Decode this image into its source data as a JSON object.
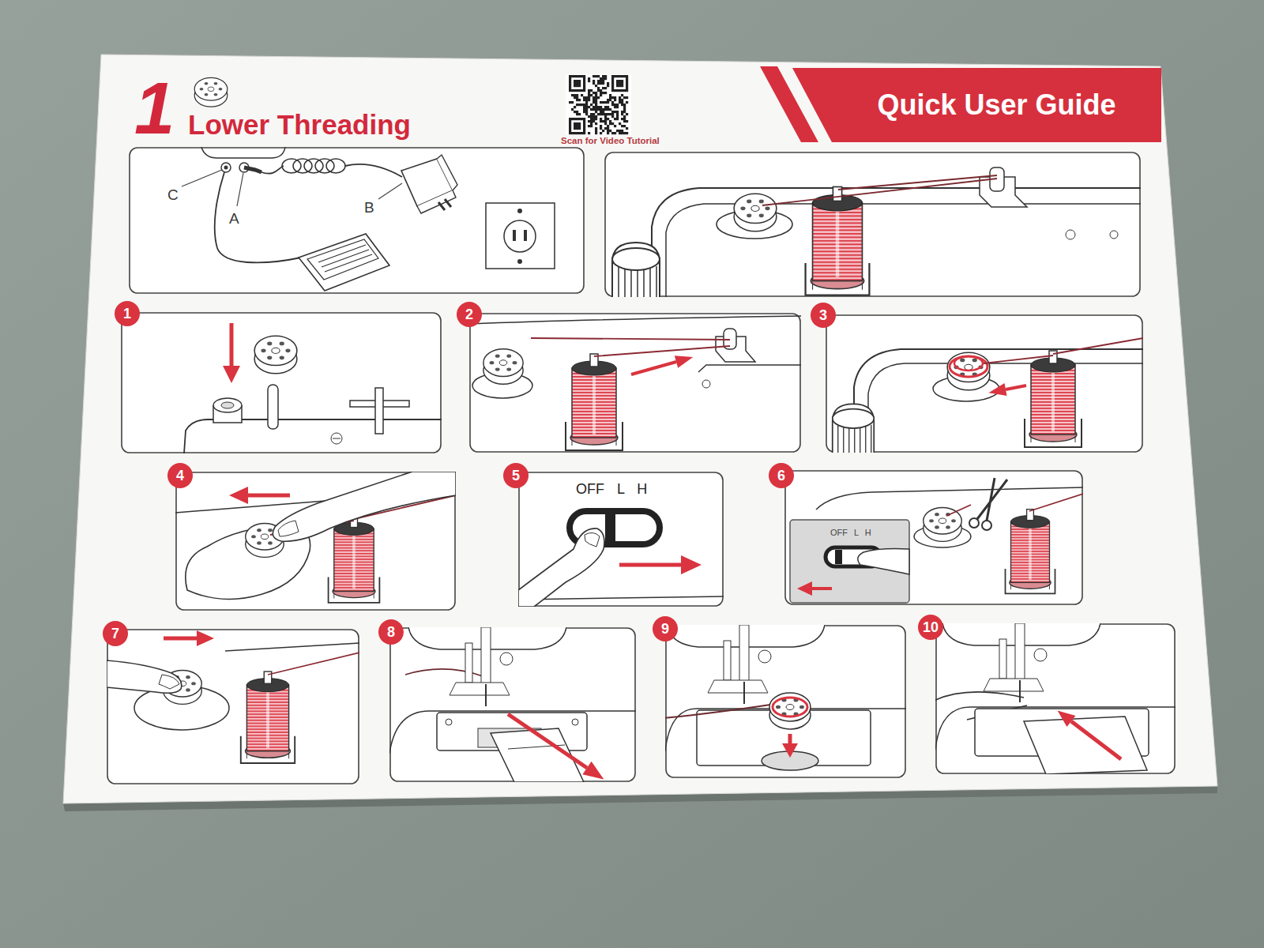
{
  "diagram": {
    "title": "Lower Threading",
    "nodes": [
      {
        "text": [
          "Quick User Guide"
        ]
      },
      {
        "text": [
          "1"
        ]
      },
      {
        "text": [
          "2"
        ]
      },
      {
        "text": [
          "3"
        ]
      },
      {
        "text": [
          "4"
        ]
      },
      {
        "text": [
          "5"
        ]
      },
      {
        "text": [
          "6"
        ]
      },
      {
        "text": [
          "7"
        ]
      },
      {
        "text": [
          "8"
        ]
      },
      {
        "text": [
          "9"
        ]
      },
      {
        "text": [
          "10"
        ]
      }
    ],
    "labels": [
      "1",
      "Scan for Video Tutorial",
      "C",
      "A",
      "B",
      "OFF L H",
      "OFF L H"
    ]
  }
}
